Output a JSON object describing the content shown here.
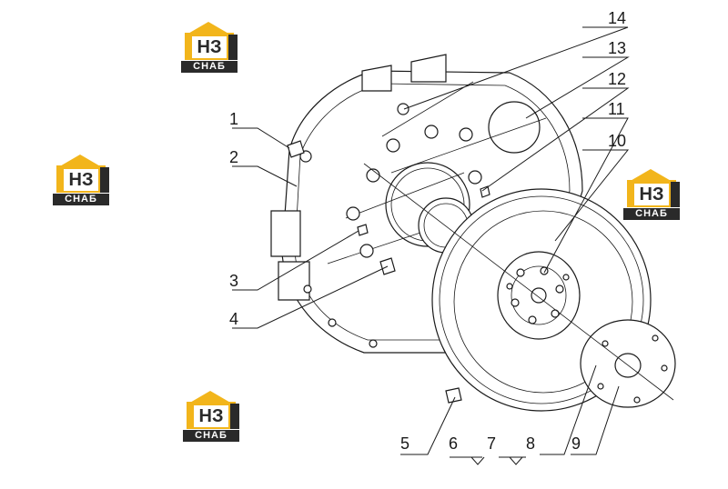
{
  "logo": {
    "mark": "НЗ",
    "caption": "СНАБ",
    "accent": "#f2b51b",
    "dark": "#2a2a2a"
  },
  "callouts": [
    "1",
    "2",
    "3",
    "4",
    "5",
    "6",
    "7",
    "8",
    "9",
    "10",
    "11",
    "12",
    "13",
    "14"
  ]
}
